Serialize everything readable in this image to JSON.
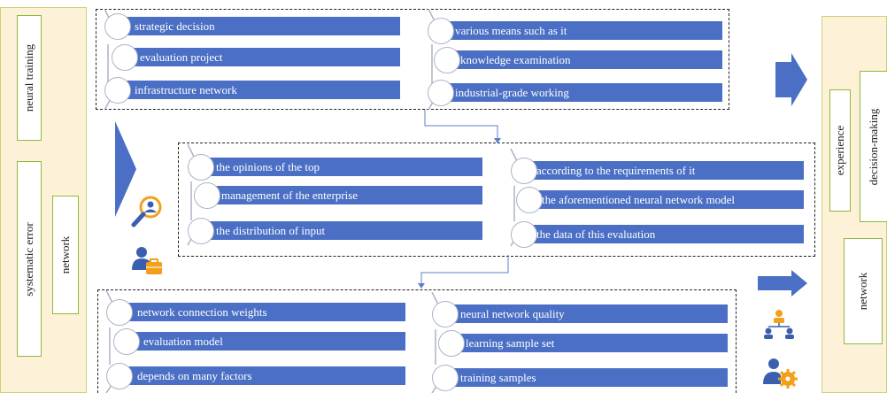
{
  "left_panel": {
    "neural_training": "neural training",
    "systematic_error": "systematic error",
    "network": "network"
  },
  "right_panel": {
    "experience": "experience",
    "decision_making": "decision-making",
    "network": "network"
  },
  "group_top": {
    "left_items": [
      "strategic decision",
      "evaluation project",
      "infrastructure network"
    ],
    "right_items": [
      "various means such as it",
      "knowledge examination",
      "industrial-grade working"
    ]
  },
  "group_middle": {
    "left_items": [
      "the opinions of the top",
      "management of the enterprise",
      "the distribution of input"
    ],
    "right_items": [
      "according to the requirements of it",
      "the aforementioned neural network model",
      "the data of this evaluation"
    ]
  },
  "group_bottom": {
    "left_items": [
      "network connection weights",
      "evaluation model",
      "depends on many factors"
    ],
    "right_items": [
      "neural network quality",
      "learning sample set",
      "training samples"
    ]
  },
  "icons": [
    "search-person-icon",
    "person-briefcase-icon",
    "org-chart-icon",
    "user-gear-icon"
  ],
  "colors": {
    "bar": "#4a6fc4",
    "arrow": "#4a6fc4",
    "panel": "#fdf2d8",
    "panel_border": "#8fb83a"
  }
}
